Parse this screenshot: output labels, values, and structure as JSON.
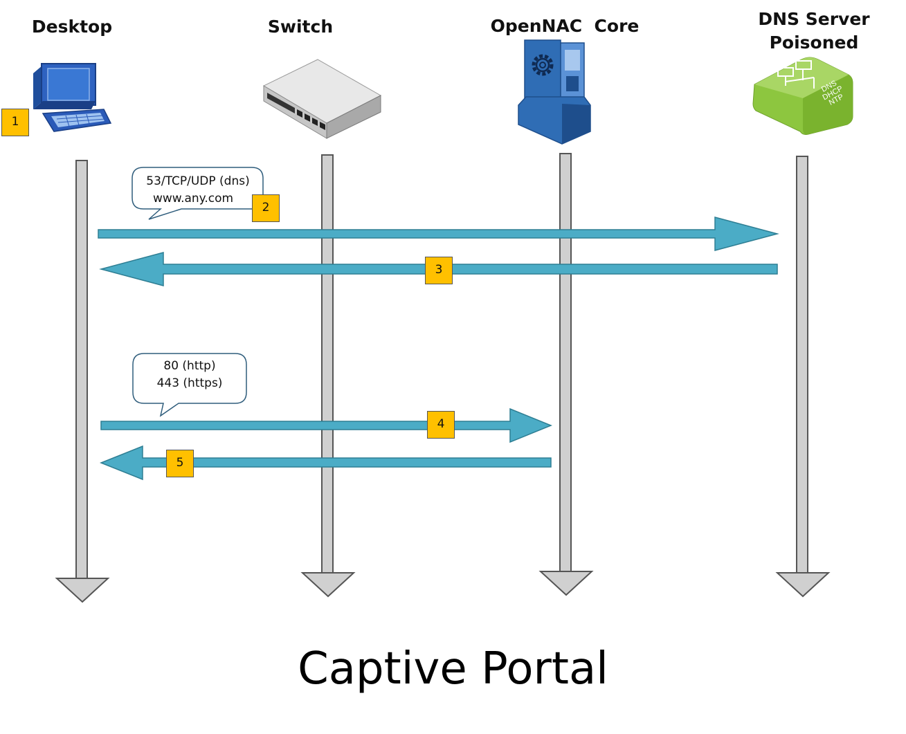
{
  "lanes": [
    {
      "name": "Desktop"
    },
    {
      "name": "Switch"
    },
    {
      "name": "OpenNAC  Core"
    },
    {
      "name": "DNS Server\nPoisoned",
      "line1": "DNS Server",
      "line2": "Poisoned"
    }
  ],
  "callouts": {
    "dns": {
      "line1": "53/TCP/UDP (dns)",
      "line2": "www.any.com"
    },
    "web": {
      "line1": "80 (http)",
      "line2": "443 (https)"
    }
  },
  "steps": [
    "1",
    "2",
    "3",
    "4",
    "5"
  ],
  "dns_icon_labels": [
    "DNS",
    "DHCP",
    "NTP"
  ],
  "colors": {
    "arrow": "#4BACC6",
    "lifeline": "#D0D0D0",
    "badge": "#FFC000",
    "dns_green": "#8DC63F",
    "core_blue": "#2F6DB5"
  },
  "title": "Captive Portal"
}
